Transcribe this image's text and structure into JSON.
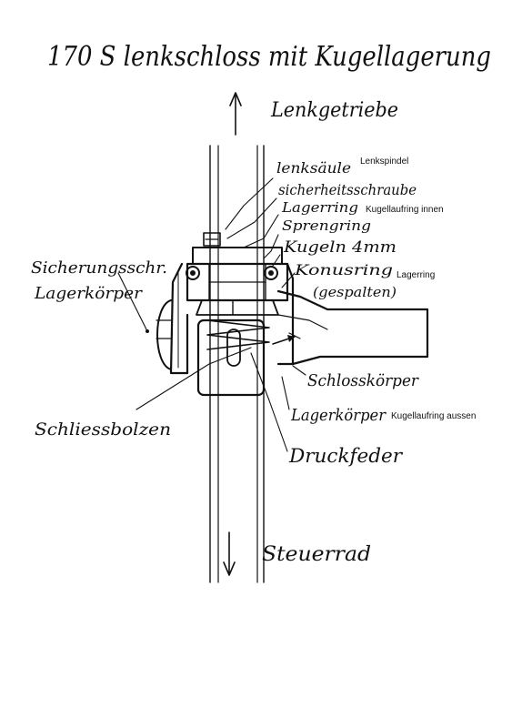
{
  "title": "170 S lenkschloss mit Kugellagerung",
  "top_label": "Lenkgetriebe",
  "bottom_label": "Steuerrad",
  "hand_labels": {
    "lenksaeule": "lenksäule",
    "sicherheitsschraube": "sicherheitsschraube",
    "lagerring": "Lagerring",
    "sprengring": "Sprengring",
    "kugeln": "Kugeln 4mm",
    "konusring": "Konusring",
    "konusring_sub": "(gespalten)",
    "sicherungsschr": "Sicherungsschr.",
    "lagerkoerper_left": "Lagerkörper",
    "schliessbolzen": "Schliessbolzen",
    "schlosskoerper": "Schlosskörper",
    "lagerkoerper_right": "Lagerkörper",
    "druckfeder": "Druckfeder"
  },
  "typed_labels": {
    "lenkspindel": "Lenkspindel",
    "kugellaufring_innen": "Kugellaufring innen",
    "lagerring_typed": "Lagerring",
    "kugellaufring_aussen": "Kugellaufring aussen"
  },
  "colors": {
    "ink": "#111111",
    "paper": "#ffffff"
  }
}
